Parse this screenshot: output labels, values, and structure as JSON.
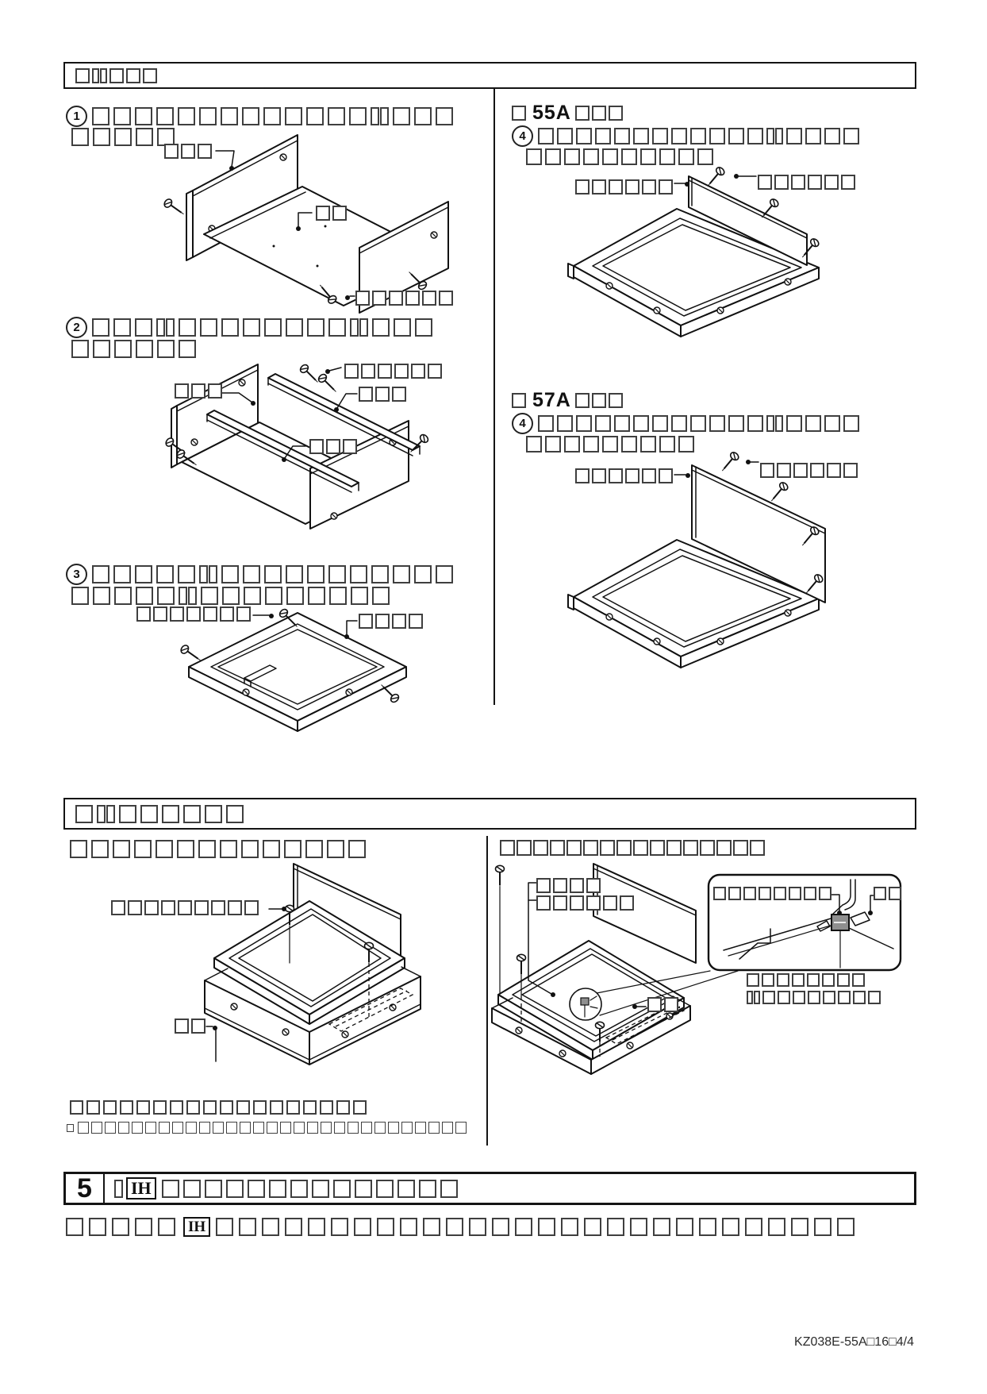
{
  "sec_top": {
    "bar_title": "□▯▯□□□",
    "s1": {
      "num": "1",
      "l1": "□□□□□□□□□□□□□▯▯□□□",
      "l2": "□□□□□"
    },
    "s2": {
      "num": "2",
      "l1": "□□□▯▯□□□□□□□□▯▯□□□",
      "l2": "□□□□□□"
    },
    "s3": {
      "num": "3",
      "l1": "□□□□□▯▯□□□□□□□□□□□",
      "l2": "□□□□□▯▯□□□□□□□□□"
    },
    "d1": {
      "lbl_panel": "□□□",
      "lbl_base": "□□",
      "lbl_screw": "□□□□□□"
    },
    "d2": {
      "lbl_screw": "□□□□□□",
      "lbl_left": "□□□",
      "lbl_right": "□□□",
      "lbl_mid": "□□□"
    },
    "d3": {
      "lbl_screw": "□□□□□□□",
      "lbl_frame": "□□□□"
    },
    "v55": {
      "pre": "□",
      "model": "55A",
      "post": "□□□",
      "num": "4",
      "l1": "□□□□□□□□□□□□▯▯□□□□",
      "l2": "□□□□□□□□□□",
      "lbl_panel": "□□□□□□",
      "lbl_screw": "□□□□□□"
    },
    "v57": {
      "pre": "□",
      "model": "57A",
      "post": "□□□",
      "num": "4",
      "l1": "□□□□□□□□□□□□▯▯□□□□",
      "l2": "□□□□□□□□□",
      "lbl_panel": "□□□□□□",
      "lbl_screw": "□□□□□□"
    }
  },
  "sec_mid": {
    "bar_title": "□▯▯□□□□□□",
    "left": {
      "intro": "□□□□□□□□□□□□□□",
      "lbl_screw": "□□□□□□□□□",
      "lbl_base": "□□",
      "note1": "□□□□□□□□□□□□□□□□□□",
      "note2": "·□□□□□□□□□□□□□□□□□□□□□□□□□□□□□"
    },
    "right": {
      "intro": "□□□□□□□□□□□□□□□□",
      "lbl_a1": "□□□□",
      "lbl_a2": "□□□□□□",
      "bubble_l1": "□□□□□□□□",
      "bubble_l2": "□□",
      "sub1": "□□□□□□□□",
      "sub2": "▯▯□□□□□□□□",
      "lbl_bolt": "□□"
    }
  },
  "sec5": {
    "num": "5",
    "lead": "▯",
    "ih": "IH",
    "title": "□□□□□□□□□□□□□□",
    "line_pre": "□□□□□",
    "line_ih": "IH",
    "line_post": "□□□□□□□□□□□□□□□□□□□□□□□□□□□□"
  },
  "footer": "KZ038E-55A□16□4/4"
}
